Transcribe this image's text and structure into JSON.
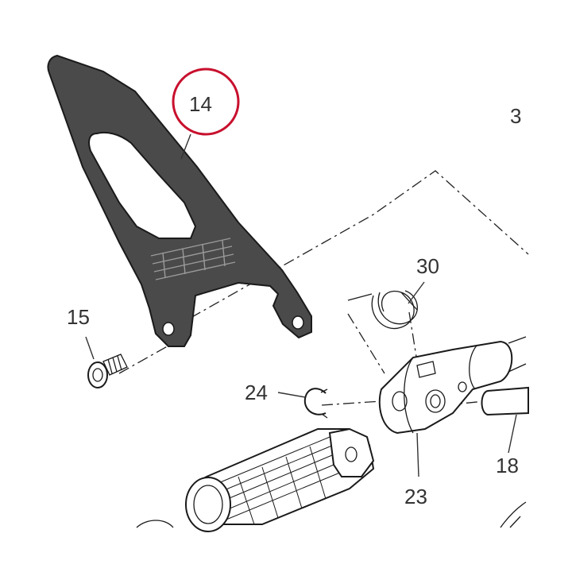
{
  "diagram": {
    "callouts": [
      {
        "id": "14",
        "label": "14",
        "highlighted": true
      },
      {
        "id": "3",
        "label": "3"
      },
      {
        "id": "15",
        "label": "15"
      },
      {
        "id": "30",
        "label": "30"
      },
      {
        "id": "24",
        "label": "24"
      },
      {
        "id": "23",
        "label": "23"
      },
      {
        "id": "18",
        "label": "18"
      }
    ],
    "colors": {
      "highlight_ring": "#c8102e",
      "part_fill": "#4a4a4a",
      "line": "#1a1a1a",
      "label": "#333333"
    }
  }
}
